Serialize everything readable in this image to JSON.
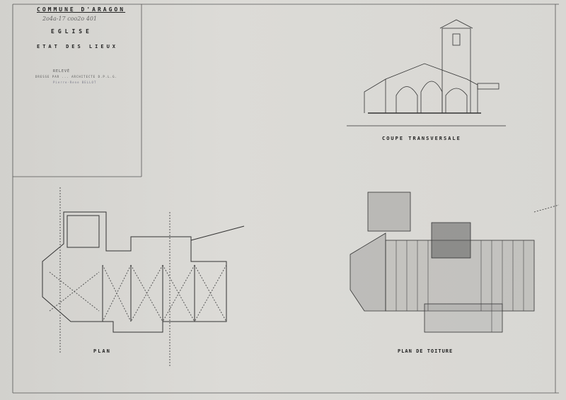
{
  "title_block": {
    "commune": "COMMUNE D'ARAGON",
    "handwritten_ref": "2o4a-17 coo2o 401",
    "building": "EGLISE",
    "subject": "ETAT DES LIEUX",
    "survey_label": "RELEVÉ",
    "survey_author": "DRESSE PAR ... ARCHITECTE D.P.L.G.",
    "stamp": "Pierre-Rene BELLOT"
  },
  "drawings": {
    "section_label": "COUPE TRANSVERSALE",
    "plan_label": "PLAN",
    "roof_plan_label": "PLAN DE TOITURE"
  }
}
